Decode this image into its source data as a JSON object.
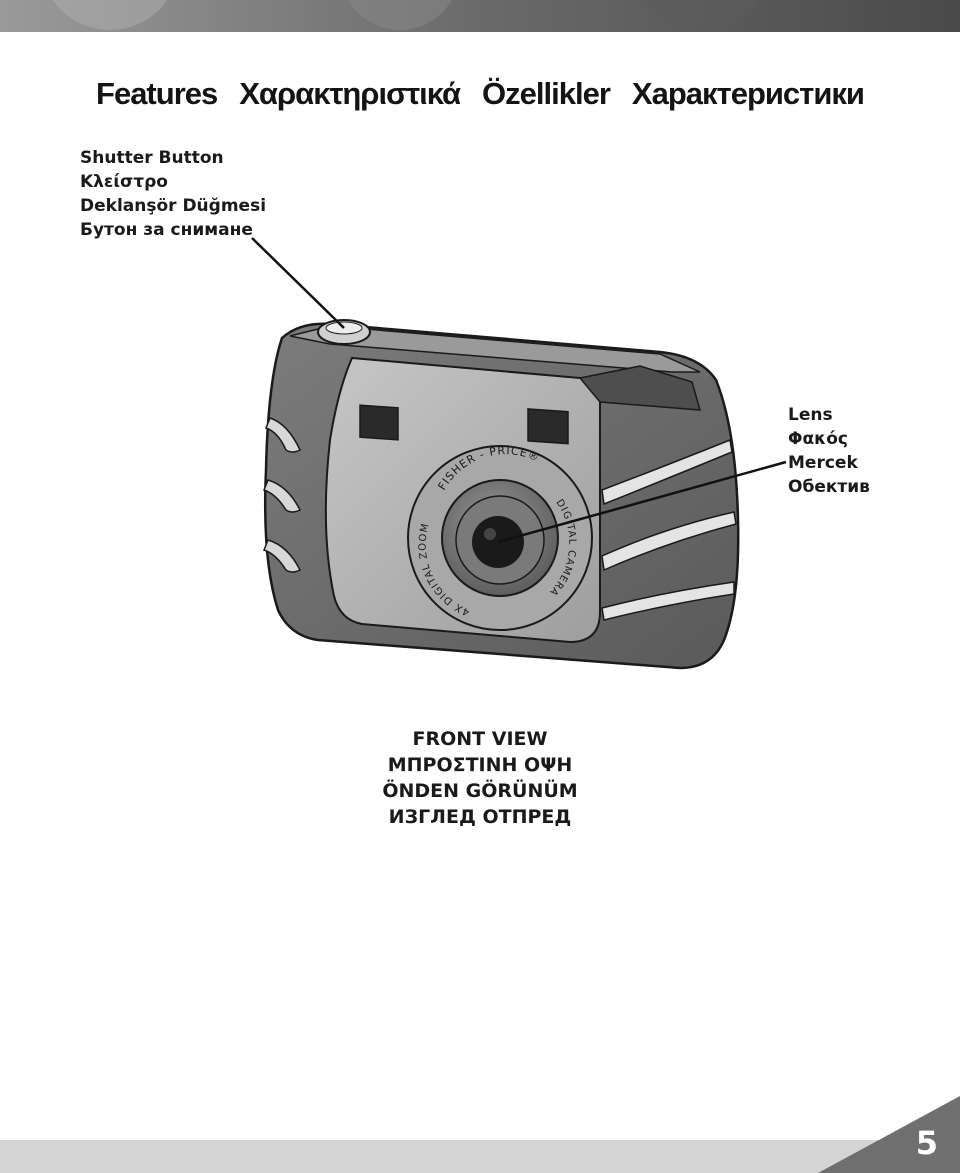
{
  "title": {
    "en": "Features",
    "el": "Χαρακτηριστικά",
    "tr": "Özellikler",
    "bg": "Характеристики"
  },
  "shutter_button": {
    "en": "Shutter Button",
    "el": "Κλείστρο",
    "tr": "Deklanşör Düğmesi",
    "bg": "Бутон за снимане"
  },
  "lens": {
    "en": "Lens",
    "el": "Φακός",
    "tr": "Mercek",
    "bg": "Обектив"
  },
  "view": {
    "en": "FRONT VIEW",
    "el": "ΜΠΡΟΣΤΙΝΗ ΟΨΗ",
    "tr": "ÖNDEN GÖRÜNÜM",
    "bg": "ИЗГЛЕД ОТПРЕД"
  },
  "camera_text": {
    "brand": "FISHER - PRICE®",
    "zoom": "4X DIGITAL ZOOM",
    "type": "DIGITAL CAMERA"
  },
  "page_number": "5",
  "colors": {
    "body_dark": "#6e6e6e",
    "face_light": "#b8b8b8",
    "band": "#d4d4d4"
  }
}
